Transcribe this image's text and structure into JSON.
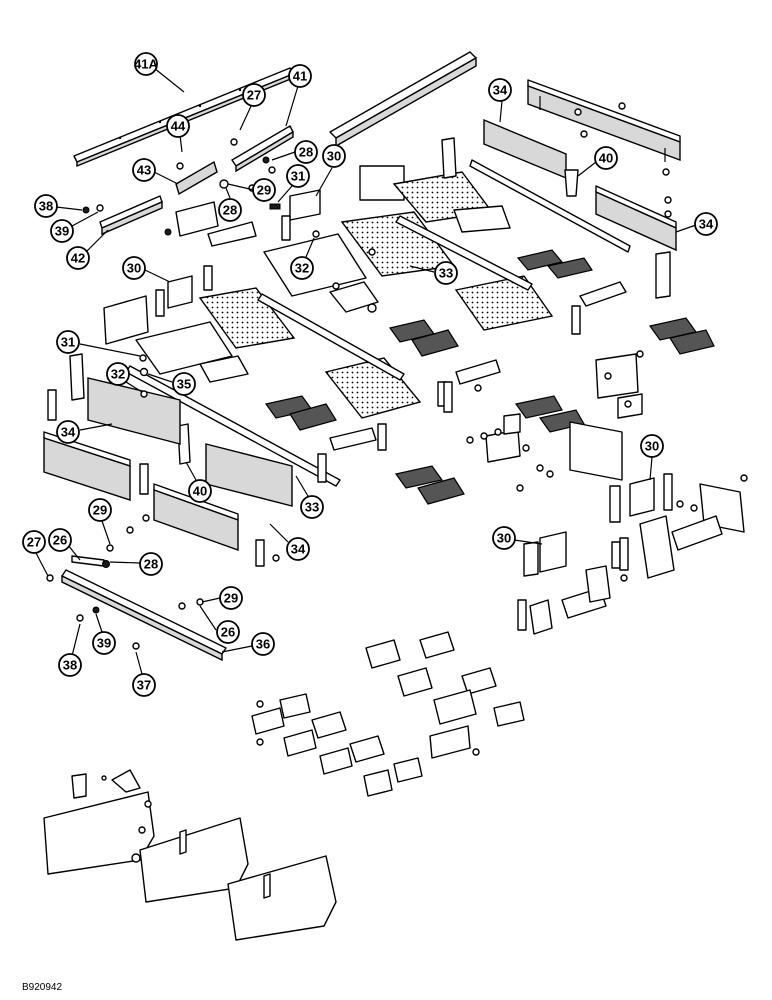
{
  "diagram": {
    "reference_code": "B920942",
    "callouts": [
      {
        "id": "c-41a-top",
        "label": "41A"
      },
      {
        "id": "c-27-top",
        "label": "27"
      },
      {
        "id": "c-41-top",
        "label": "41"
      },
      {
        "id": "c-34-top",
        "label": "34"
      },
      {
        "id": "c-44",
        "label": "44"
      },
      {
        "id": "c-28-top",
        "label": "28"
      },
      {
        "id": "c-30-top",
        "label": "30"
      },
      {
        "id": "c-40-top",
        "label": "40"
      },
      {
        "id": "c-43",
        "label": "43"
      },
      {
        "id": "c-29-top",
        "label": "29"
      },
      {
        "id": "c-31-top",
        "label": "31"
      },
      {
        "id": "c-38-top",
        "label": "38"
      },
      {
        "id": "c-28-mid",
        "label": "28"
      },
      {
        "id": "c-34-right",
        "label": "34"
      },
      {
        "id": "c-39-top",
        "label": "39"
      },
      {
        "id": "c-42",
        "label": "42"
      },
      {
        "id": "c-32-top",
        "label": "32"
      },
      {
        "id": "c-30-mid",
        "label": "30"
      },
      {
        "id": "c-33-right",
        "label": "33"
      },
      {
        "id": "c-31-left",
        "label": "31"
      },
      {
        "id": "c-32-left",
        "label": "32"
      },
      {
        "id": "c-35",
        "label": "35"
      },
      {
        "id": "c-34-left",
        "label": "34"
      },
      {
        "id": "c-40-mid",
        "label": "40"
      },
      {
        "id": "c-30-right",
        "label": "30"
      },
      {
        "id": "c-33-mid",
        "label": "33"
      },
      {
        "id": "c-29-mid",
        "label": "29"
      },
      {
        "id": "c-34-low",
        "label": "34"
      },
      {
        "id": "c-27-low",
        "label": "27"
      },
      {
        "id": "c-26-low",
        "label": "26"
      },
      {
        "id": "c-28-low",
        "label": "28"
      },
      {
        "id": "c-30-low",
        "label": "30"
      },
      {
        "id": "c-29-low",
        "label": "29"
      },
      {
        "id": "c-26-lower",
        "label": "26"
      },
      {
        "id": "c-36",
        "label": "36"
      },
      {
        "id": "c-38-low",
        "label": "38"
      },
      {
        "id": "c-39-low",
        "label": "39"
      },
      {
        "id": "c-37",
        "label": "37"
      }
    ]
  }
}
